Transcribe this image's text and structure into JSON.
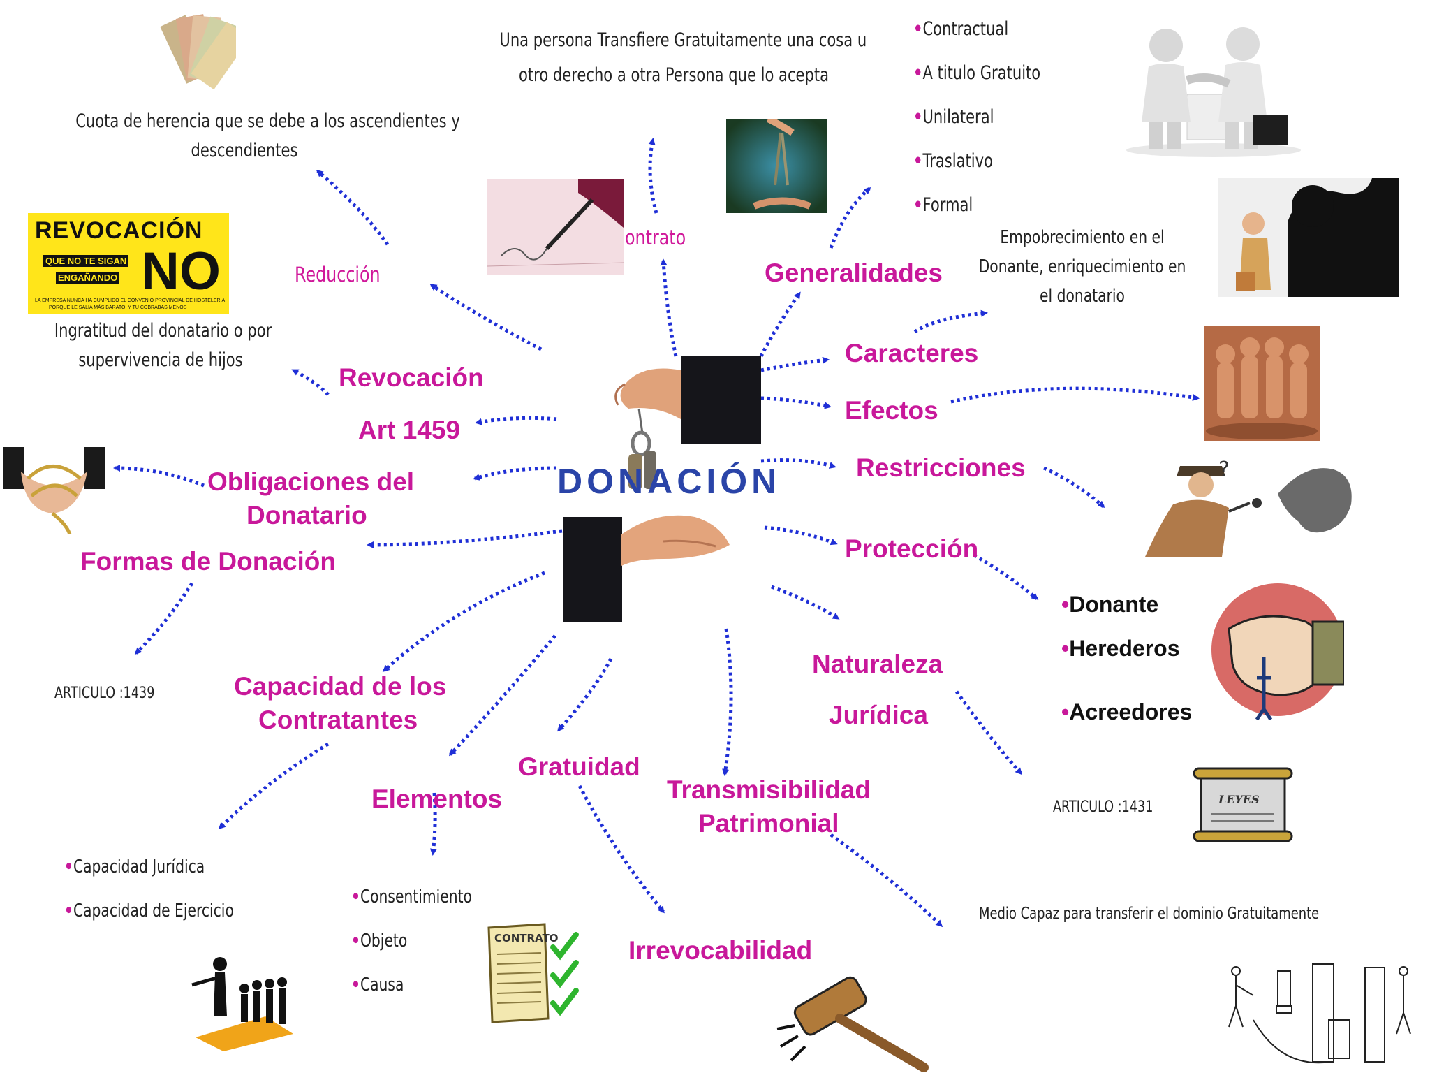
{
  "center": {
    "title": "DONACIÓN"
  },
  "nodes": {
    "generalidades": "Generalidades",
    "caracteres": "Caracteres",
    "efectos": "Efectos",
    "restricciones": "Restricciones",
    "proteccion": "Protección",
    "naturaleza_1": "Naturaleza",
    "naturaleza_2": "Jurídica",
    "transmisibilidad_1": "Transmisibilidad",
    "transmisibilidad_2": "Patrimonial",
    "irrevocabilidad": "Irrevocabilidad",
    "gratuidad": "Gratuidad",
    "elementos": "Elementos",
    "capacidad_1": "Capacidad de los",
    "capacidad_2": "Contratantes",
    "formas": "Formas de Donación",
    "obligaciones_1": "Obligaciones del",
    "obligaciones_2": "Donatario",
    "art1459": "Art 1459",
    "revocacion": "Revocación",
    "reduccion": "Reducción",
    "contrato": "ontrato"
  },
  "texts": {
    "definicion_1": "Una persona Transfiere Gratuitamente una cosa u",
    "definicion_2": "otro derecho a otra Persona que lo acepta",
    "cuota_1": "Cuota de herencia que se debe a los ascendientes y",
    "cuota_2": "descendientes",
    "ingratitud_1": "Ingratitud del donatario o por",
    "ingratitud_2": "supervivencia de hijos",
    "empobrecimiento_1": "Empobrecimiento en el",
    "empobrecimiento_2": "Donante, enriquecimiento en",
    "empobrecimiento_3": "el donatario",
    "medio": "Medio Capaz para transferir el dominio Gratuitamente",
    "articulo_1439": "ARTICULO :1439",
    "articulo_1431": "ARTICULO :1431"
  },
  "lists": {
    "caracteres": [
      "Contractual",
      "A titulo Gratuito",
      "Unilateral",
      "Traslativo",
      "Formal"
    ],
    "proteccion": [
      "Donante",
      "Herederos",
      "Acreedores"
    ],
    "capacidad": [
      "Capacidad Jurídica",
      "Capacidad de Ejercicio"
    ],
    "elementos": [
      "Consentimiento",
      "Objeto",
      "Causa"
    ]
  },
  "sign": {
    "word1": "REVOCACIÓN",
    "sub1": "QUE NO TE SIGAN",
    "sub2": "ENGAÑANDO",
    "word2": "NO",
    "fine1": "LA EMPRESA NUNCA HA CUMPLIDO EL CONVENIO PROVINCIAL DE HOSTELERIA",
    "fine2": "PORQUE LE SALIA MÁS BARATO, Y TU COBRABAS MENOS"
  },
  "doc": {
    "contrato": "CONTRATO",
    "leyes": "LEYES"
  },
  "colors": {
    "accent": "#c8189a",
    "arrow": "#1f2fd6",
    "title": "#2a44a8"
  }
}
